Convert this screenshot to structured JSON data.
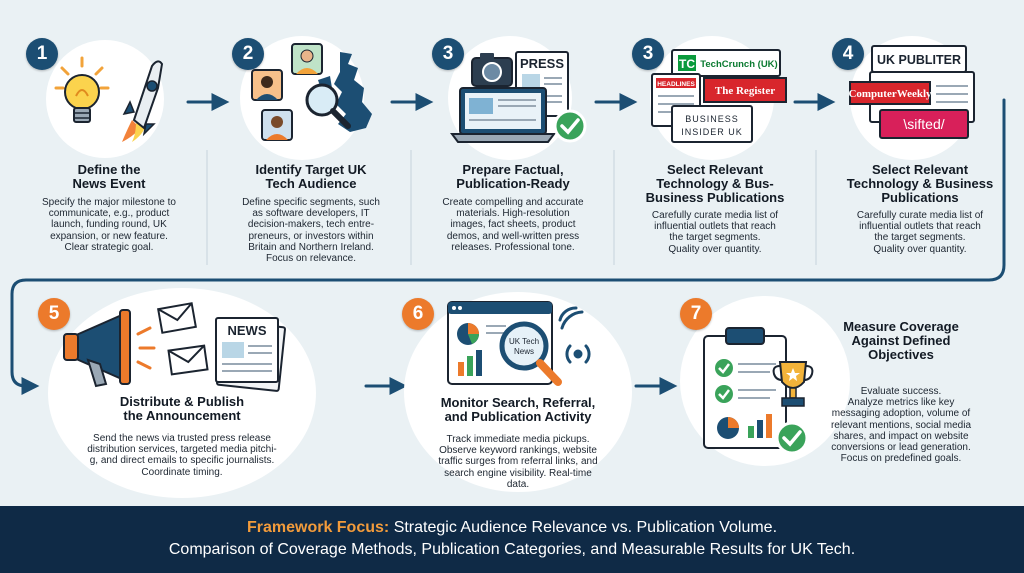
{
  "steps": [
    {
      "number": "1",
      "title": "Define the\nNews Event",
      "desc": "Specify the major milestone to\ncommunicate, e.g., product\nlaunch, funding round, UK\nexpansion, or new feature.\nClear strategic goal."
    },
    {
      "number": "2",
      "title": "Identify Target UK\nTech Audience",
      "desc": "Define specific segments, such\nas software developers, IT\ndecision-makers, tech entre-\npreneurs, or investors within\nBritain and Northern Ireland.\nFocus on relevance."
    },
    {
      "number": "3",
      "title": "Prepare Factual,\nPublication-Ready",
      "desc": "Create compelling and accurate\nmaterials. High-resolution\nimages, fact sheets, product\ndemos, and well-written press\nreleases. Professional tone."
    },
    {
      "number": "3",
      "title": "Select Relevant\nTechnology & Bus-\nBusiness Publications",
      "desc": "Carefully curate media list of\ninfluential outlets that reach\nthe target segments.\nQuality over quantity."
    },
    {
      "number": "4",
      "title": "Select Relevant\nTechnology & Business\nPublications",
      "desc": "Carefully curate media list of\ninfluential outlets that reach\nthe target segments.\nQuality over quantity."
    },
    {
      "number": "5",
      "title": "Distribute & Publish\nthe Announcement",
      "desc": "Send the news via trusted press release\ndistribution services, targeted media pitchi-\ng, and direct emails to specific journalists.\nCoordinate timing."
    },
    {
      "number": "6",
      "title": "Monitor Search, Referral,\nand Publication Activity",
      "desc": "Track immediate media pickups.\nObserve keyword rankings, website\ntraffic surges from referral links, and\nsearch engine visibility. Real-time\ndata."
    },
    {
      "number": "7",
      "title": "Measure Coverage\nAgainst Defined\nObjectives",
      "desc": "Evaluate success.\nAnalyze metrics like key\nmessaging adoption, volume of\nrelevant mentions, social media\nshares, and impact on website\nconversions or lead generation.\nFocus on predefined goals."
    }
  ],
  "illustration_text": {
    "press": "PRESS",
    "techcrunch": "TechCrunch (UK)",
    "headlines": "HEADLINES",
    "register": "The Register",
    "business_insider": "BUSINESS\nINSIDER UK",
    "uk_publiter": "UK PUBLITER",
    "computer_weekly": "ComputerWeekly",
    "sifted": "\\sifted/",
    "news": "NEWS",
    "uk_tech_news": "UK Tech\nNews"
  },
  "footer": {
    "label": "Framework Focus:",
    "line1": "Strategic Audience Relevance vs. Publication Volume.",
    "line2": "Comparison of Coverage Methods, Publication Categories, and Measurable Results for UK Tech."
  },
  "colors": {
    "navy": "#1c4e73",
    "orange": "#ec7a2b",
    "footer_bg": "#0f2a46",
    "accent_orange": "#f29b3b",
    "green": "#3aa35a",
    "red": "#d8262c"
  }
}
